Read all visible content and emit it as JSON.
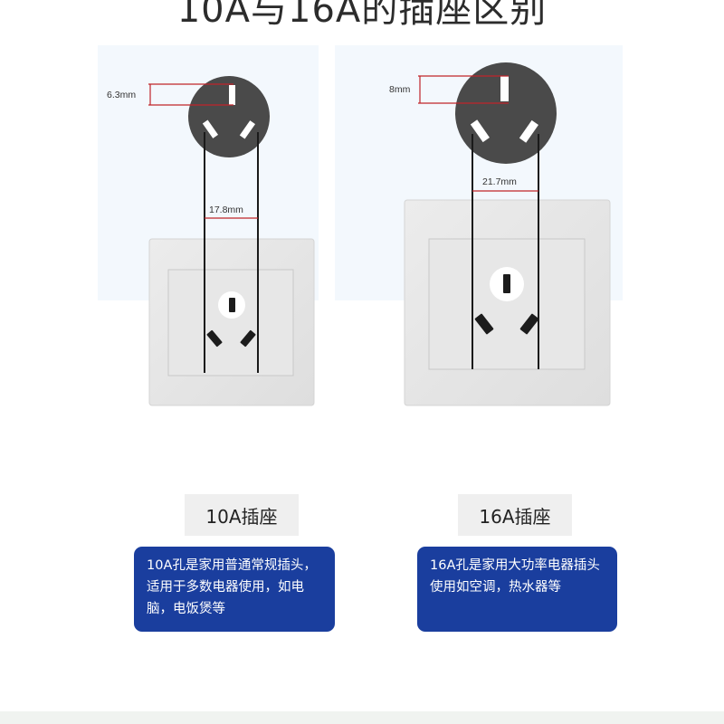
{
  "title": "10A与16A的插座区别",
  "left": {
    "hole_width": "6.3mm",
    "pin_spacing": "17.8mm",
    "label": "10A插座",
    "description": "10A孔是家用普通常规插头，适用于多数电器使用，如电脑，电饭煲等"
  },
  "right": {
    "hole_width": "8mm",
    "pin_spacing": "21.7mm",
    "label": "16A插座",
    "description": "16A孔是家用大功率电器插头使用如空调，热水器等"
  },
  "colors": {
    "panel_bg": "#f3f8fd",
    "plug_face": "#4a4a4a",
    "dimension_line": "#c0242a",
    "description_bg": "#1a3e9e",
    "label_bg": "#efefef"
  }
}
